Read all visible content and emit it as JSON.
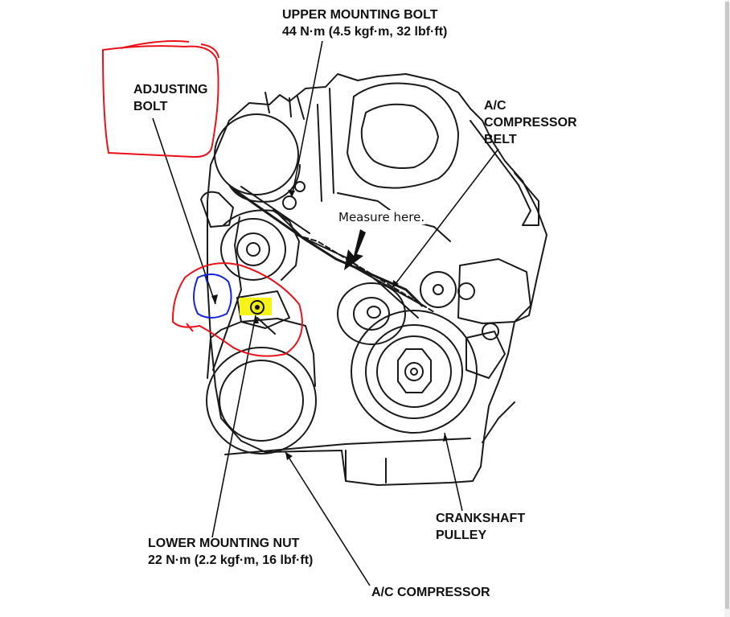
{
  "labels": {
    "upper_bolt": [
      "UPPER MOUNTING BOLT",
      "44 N·m (4.5 kgf·m, 32 lbf·ft)"
    ],
    "adjusting_bolt": [
      "ADJUSTING",
      "BOLT"
    ],
    "ac_belt": [
      "A/C",
      "COMPRESSOR",
      "BELT"
    ],
    "measure": "Measure here.",
    "lower_nut": [
      "LOWER MOUNTING NUT",
      "22 N·m (2.2 kgf·m, 16 lbf·ft)"
    ],
    "crankshaft": [
      "CRANKSHAFT",
      "PULLEY"
    ],
    "ac_compressor": "A/C COMPRESSOR"
  },
  "annotations": {
    "red_marker": "#e8121b",
    "blue_marker": "#1524d6",
    "yellow_highlight": "#f5f20a"
  }
}
